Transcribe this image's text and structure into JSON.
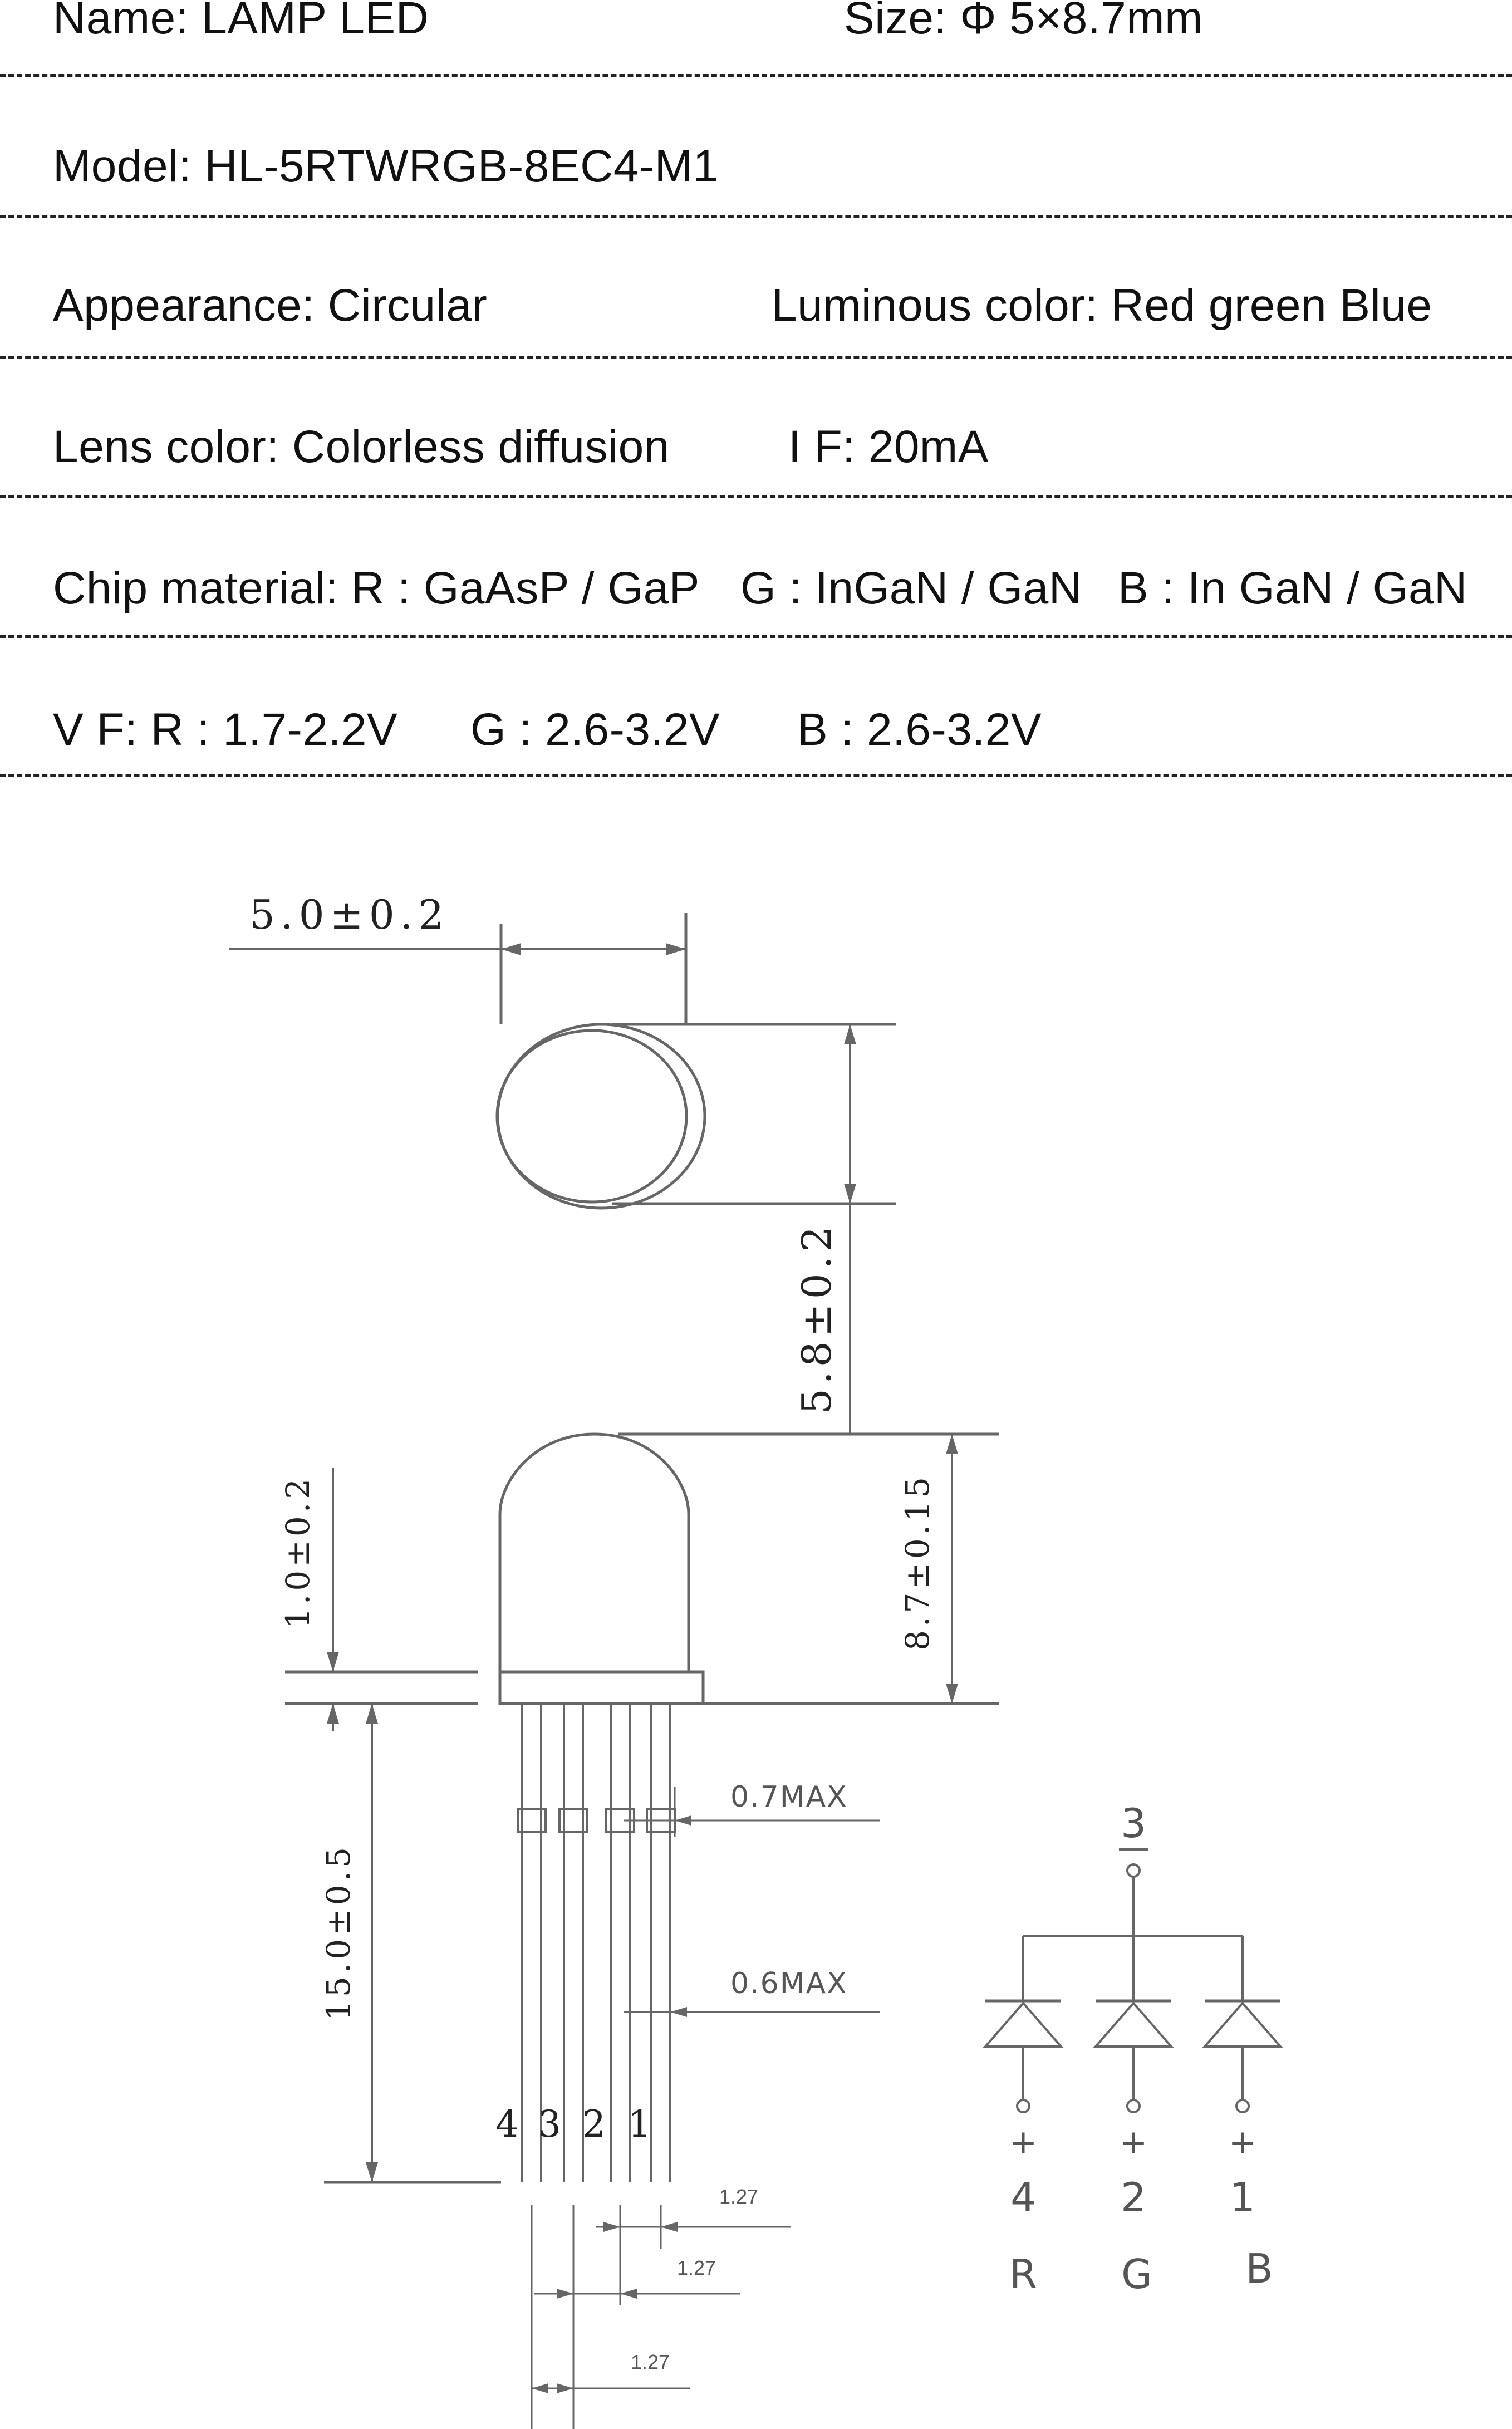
{
  "specs": {
    "name": "Name: LAMP LED",
    "size": "Size: Φ 5×8.7mm",
    "model": "Model: HL-5RTWRGB-8EC4-M1",
    "appearance": "Appearance: Circular",
    "luminous_color": "Luminous color: Red green Blue",
    "lens_color": "Lens color: Colorless diffusion",
    "if": "I F: 20mA",
    "chip_r": "Chip material: R : GaAsP / GaP",
    "chip_g": "G : InGaN / GaN",
    "chip_b": "B : In GaN / GaN",
    "vf_r": "V F: R : 1.7-2.2V",
    "vf_g": "G : 2.6-3.2V",
    "vf_b": "B : 2.6-3.2V"
  },
  "dimensions": {
    "diameter": "5.0±0.2",
    "lens_height": "5.8±0.2",
    "flange": "1.0±0.2",
    "body_height": "8.7±0.15",
    "lead_length": "15.0±0.5",
    "lead_max_upper": "0.7MAX",
    "lead_max_lower": "0.6MAX",
    "pitch_1": "1.27",
    "pitch_2": "1.27",
    "pitch_3": "1.27"
  },
  "pins": {
    "p4": "4",
    "p3": "3",
    "p2": "2",
    "p1": "1"
  },
  "schematic": {
    "common_pin": "3",
    "red_pin": "4",
    "green_pin": "2",
    "blue_pin": "1",
    "red_label": "R",
    "green_label": "G",
    "blue_label": "B",
    "plus": "+"
  },
  "colors": {
    "line": "#555555",
    "text": "#111111"
  }
}
